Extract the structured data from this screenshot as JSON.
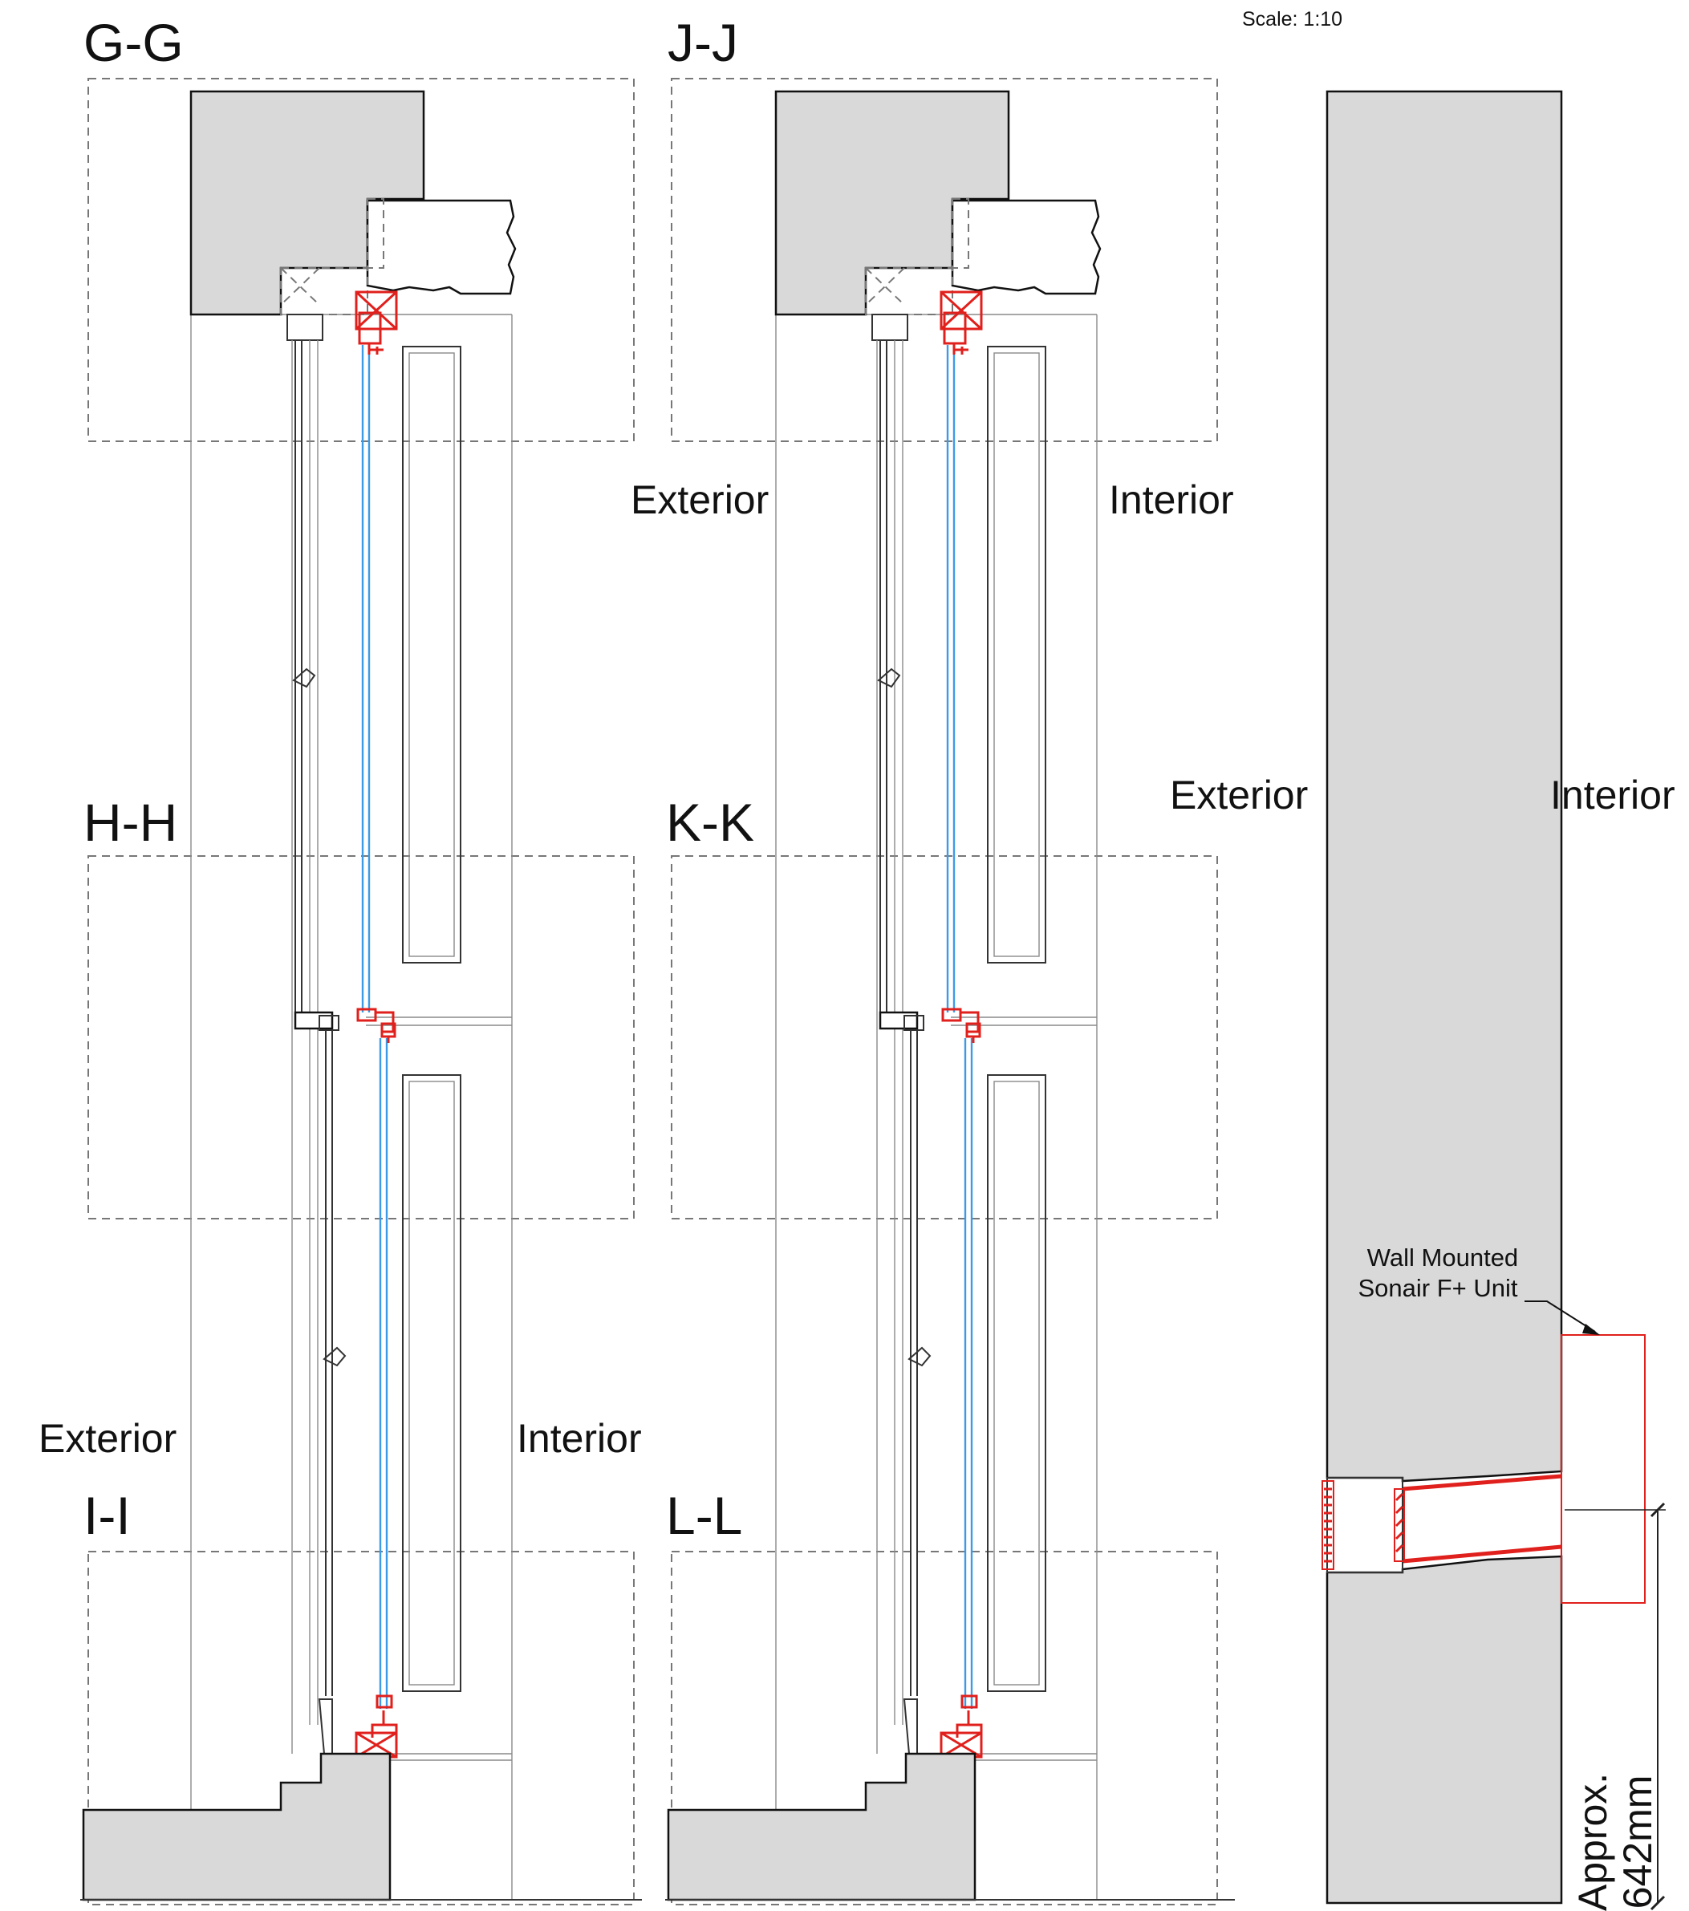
{
  "scale_text": "Scale: 1:10",
  "sections": {
    "g": "G-G",
    "h": "H-H",
    "i": "I-I",
    "j": "J-J",
    "k": "K-K",
    "l": "L-L"
  },
  "sides": {
    "exterior": "Exterior",
    "interior": "Interior"
  },
  "unit_note": {
    "line1": "Wall Mounted",
    "line2": "Sonair F+ Unit"
  },
  "dimension": {
    "line1": "Approx.",
    "line2": "642mm"
  },
  "colors": {
    "wall_fill": "#d9d9d9",
    "unit_red": "#e0201c",
    "glass_blue": "#3c9be6"
  }
}
